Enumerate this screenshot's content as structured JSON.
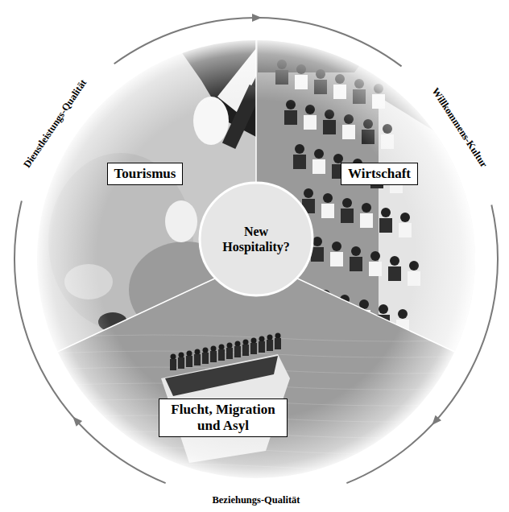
{
  "diagram": {
    "nodes": [
      {
        "text": [
          "Tourismus"
        ]
      },
      {
        "text": [
          "Wirtschaft"
        ]
      },
      {
        "text": [
          "New Hospitality?"
        ]
      },
      {
        "text": [
          "Flucht, Migration und Asyl"
        ]
      }
    ],
    "labels": [
      "Dienstleistungs-Qualität",
      "Willkommens-Kultur",
      "Beziehungs-Qualität"
    ]
  }
}
